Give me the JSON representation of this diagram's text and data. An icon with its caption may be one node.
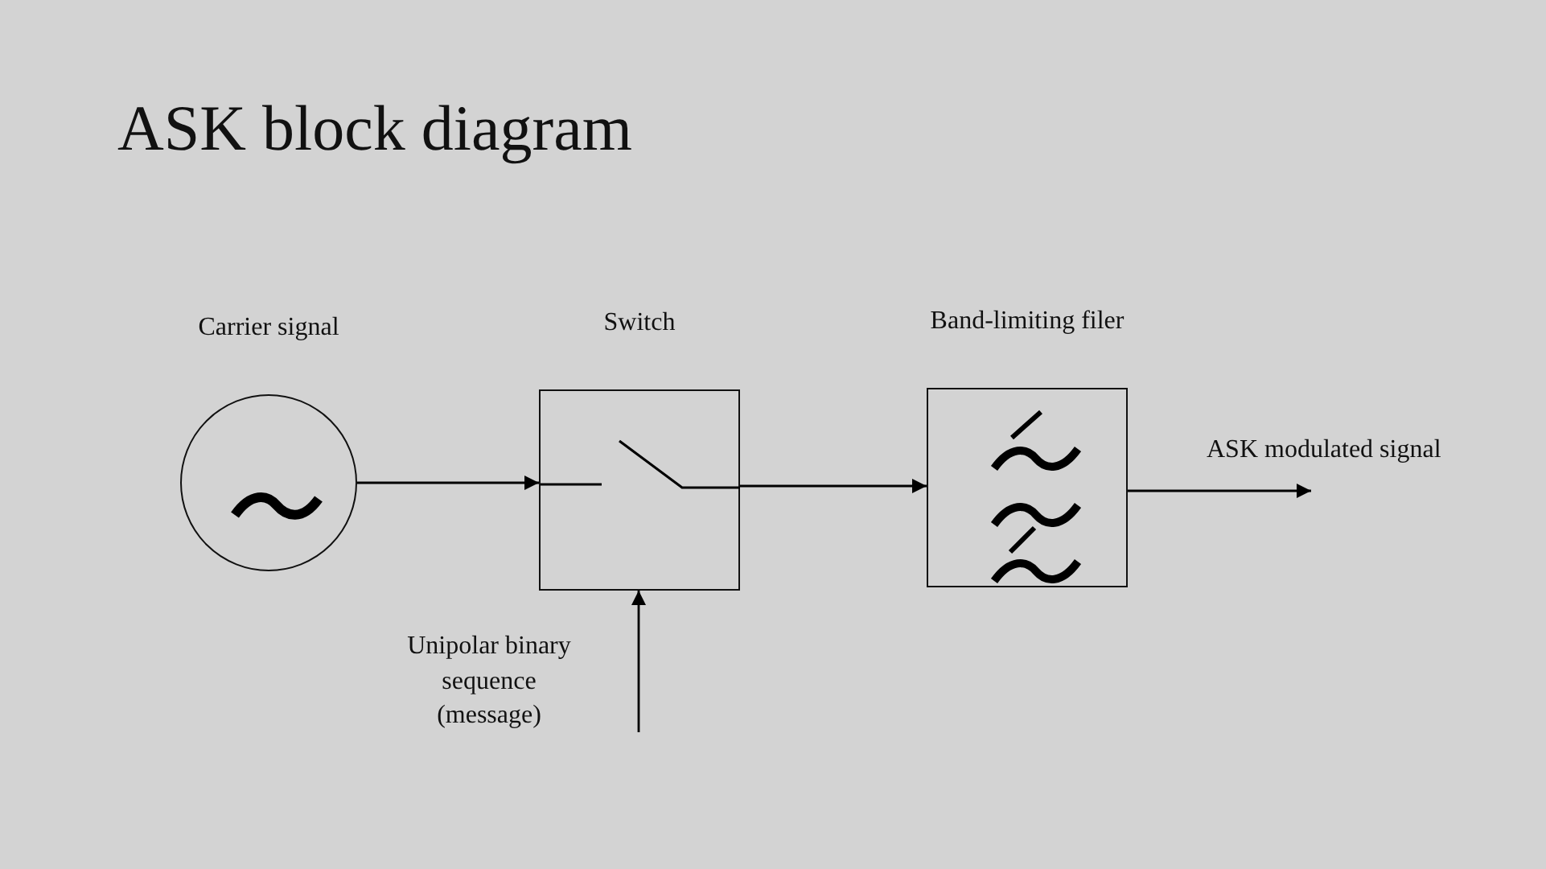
{
  "diagram": {
    "title": "ASK block diagram",
    "nodes": [
      {
        "text": [
          "Carrier signal"
        ]
      },
      {
        "text": [
          "Switch"
        ]
      },
      {
        "text": [
          "Band-limiting filer"
        ]
      }
    ],
    "edges": [
      {
        "from": 0,
        "to": 1,
        "arrow": "to"
      },
      {
        "from": 1,
        "to": 2,
        "arrow": "to"
      },
      {
        "from": 2,
        "to": null,
        "arrow": "to",
        "label": "ASK modulated signal"
      },
      {
        "from": null,
        "to": 1,
        "arrow": "to",
        "label": "Unipolar binary sequence (message)"
      }
    ]
  }
}
